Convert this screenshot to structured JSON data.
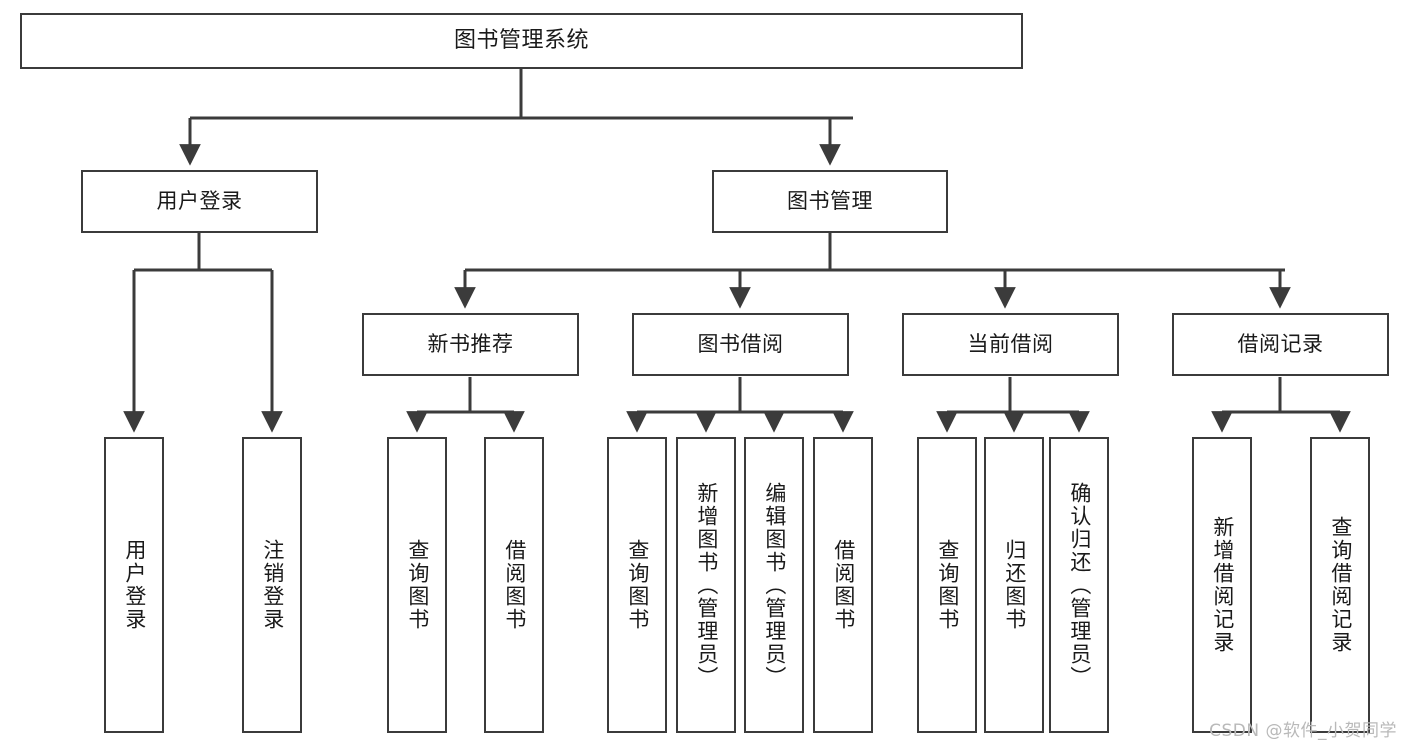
{
  "diagram": {
    "title": "图书管理系统",
    "type": "hierarchy-tree",
    "levels": 4,
    "root": {
      "label": "图书管理系统"
    },
    "level1": [
      {
        "label": "用户登录"
      },
      {
        "label": "图书管理"
      }
    ],
    "level2": [
      {
        "label": "新书推荐"
      },
      {
        "label": "图书借阅"
      },
      {
        "label": "当前借阅"
      },
      {
        "label": "借阅记录"
      }
    ],
    "leaves": {
      "user_login": [
        {
          "label": "用户登录"
        },
        {
          "label": "注销登录"
        }
      ],
      "new_book_recommend": [
        {
          "label": "查询图书"
        },
        {
          "label": "借阅图书"
        }
      ],
      "book_borrow": [
        {
          "label": "查询图书"
        },
        {
          "label": "新增图书（管理员）"
        },
        {
          "label": "编辑图书（管理员）"
        },
        {
          "label": "借阅图书"
        }
      ],
      "current_borrow": [
        {
          "label": "查询图书"
        },
        {
          "label": "归还图书"
        },
        {
          "label": "确认归还（管理员）"
        }
      ],
      "borrow_record": [
        {
          "label": "新增借阅记录"
        },
        {
          "label": "查询借阅记录"
        }
      ]
    }
  },
  "watermark": {
    "text": "CSDN @软件_小贺同学"
  },
  "colors": {
    "stroke": "#3b3b3b",
    "box_fill": "#ffffff",
    "text": "#1a1a1a",
    "watermark": "#b9b9b9",
    "background": "#ffffff"
  }
}
